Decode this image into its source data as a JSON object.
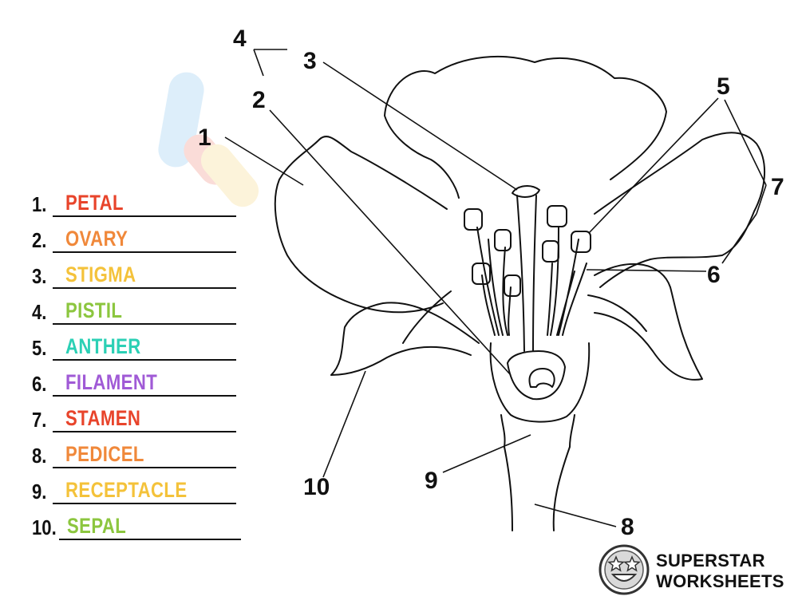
{
  "diagram": {
    "callouts": [
      "1",
      "2",
      "3",
      "4",
      "5",
      "6",
      "7",
      "8",
      "9",
      "10"
    ]
  },
  "answer_key": [
    {
      "number": "1.",
      "answer": "PETAL",
      "color": "#e8442b"
    },
    {
      "number": "2.",
      "answer": "OVARY",
      "color": "#f0883a"
    },
    {
      "number": "3.",
      "answer": "STIGMA",
      "color": "#f4c23a"
    },
    {
      "number": "4.",
      "answer": "PISTIL",
      "color": "#8cc63f"
    },
    {
      "number": "5.",
      "answer": "ANTHER",
      "color": "#2bd0b5"
    },
    {
      "number": "6.",
      "answer": "FILAMENT",
      "color": "#a05ad6"
    },
    {
      "number": "7.",
      "answer": "STAMEN",
      "color": "#e8442b"
    },
    {
      "number": "8.",
      "answer": "PEDICEL",
      "color": "#f0883a"
    },
    {
      "number": "9.",
      "answer": "RECEPTACLE",
      "color": "#f4c23a"
    },
    {
      "number": "10.",
      "answer": "SEPAL",
      "color": "#8cc63f"
    }
  ],
  "brand": {
    "line1": "SUPERSTAR",
    "line2": "WORKSHEETS",
    "icon": "star-eyes-smiley-icon"
  }
}
